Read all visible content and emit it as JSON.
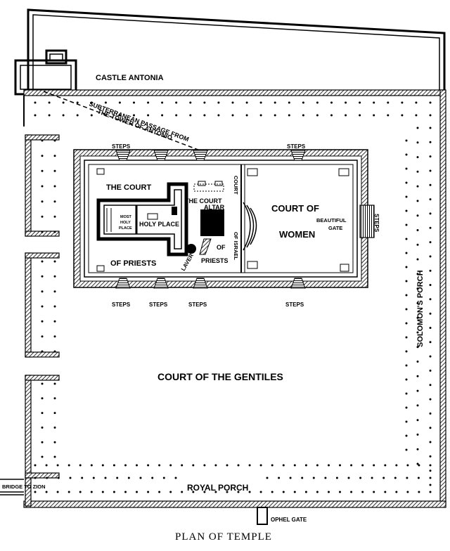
{
  "diagram": {
    "caption": "PLAN OF TEMPLE",
    "labels": {
      "castle_antonia": "CASTLE ANTONIA",
      "subterranean_1": "SUBTERRANEAN PASSAGE FROM",
      "subterranean_2": "THE TOWER OF ANTONIO",
      "steps": "STEPS",
      "court_priests_top": "THE COURT",
      "court_priests_bottom": "OF PRIESTS",
      "most_holy_1": "MOST",
      "most_holy_2": "HOLY",
      "most_holy_3": "PLACE",
      "holy_place": "HOLY PLACE",
      "the_court": "THE COURT",
      "altar": "ALTAR",
      "of": "OF",
      "priests": "PRIESTS",
      "laver": "LAVER",
      "court_israel_1": "COURT",
      "court_israel_2": "OF ISRAEL",
      "court_of_women_1": "COURT OF",
      "court_of_women_2": "WOMEN",
      "beautiful_1": "BEAUTIFUL",
      "beautiful_2": "GATE",
      "solomons_porch": "SOLOMON'S PORCH",
      "court_gentiles": "COURT OF THE GENTILES",
      "royal_porch": "ROYAL PORCH",
      "bridge_to_zion": "BRIDGE TO ZION",
      "ophel_gate": "OPHEL GATE"
    }
  }
}
